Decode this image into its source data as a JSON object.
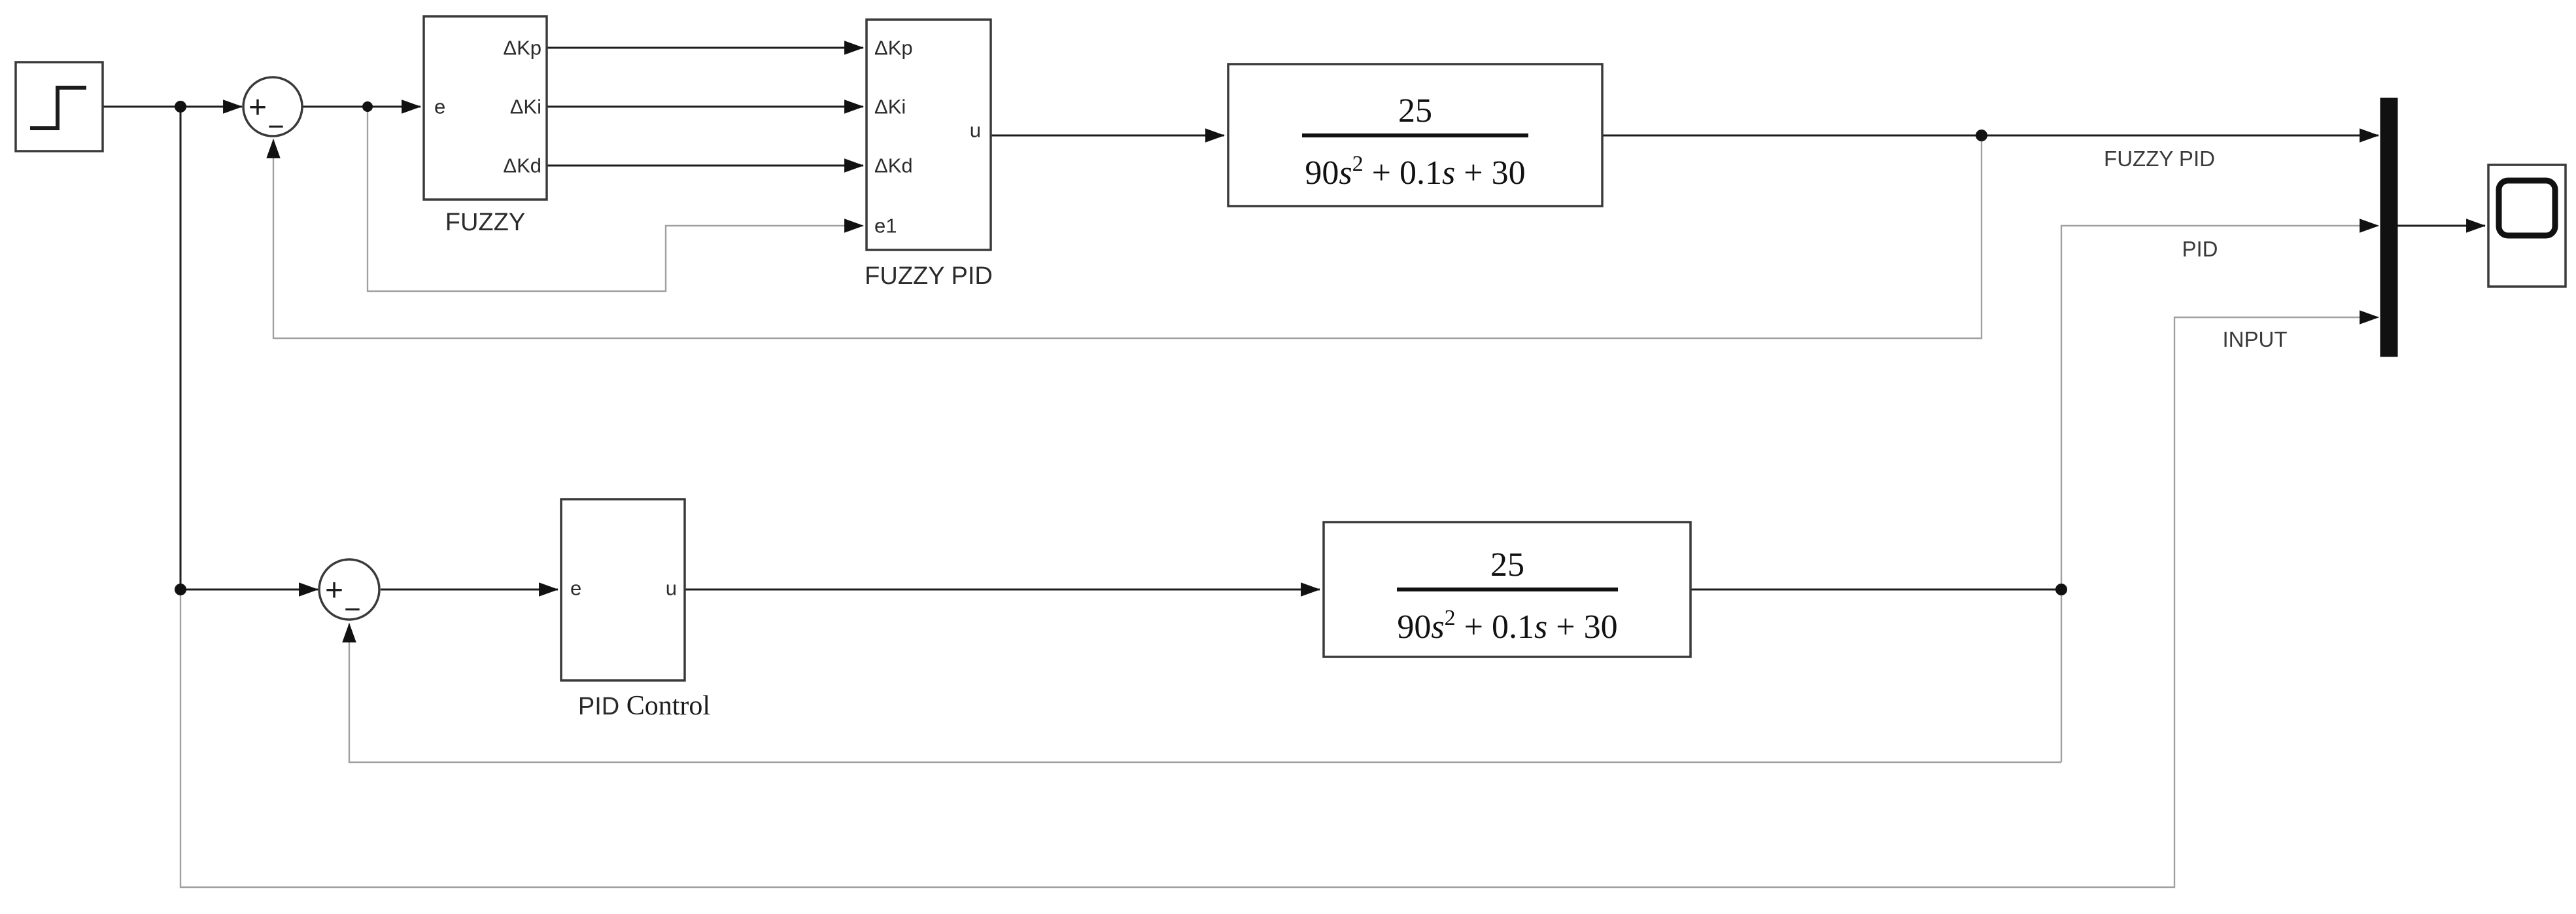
{
  "canvas": {
    "background": "#ffffff",
    "line_color": "#1c1c1c",
    "feedback_line_color": "#a0a0a0"
  },
  "blocks": {
    "step": {
      "icon": "step-signal-icon"
    },
    "sum1": {
      "plus_sign": "+",
      "minus_sign": "−"
    },
    "sum2": {
      "plus_sign": "+",
      "minus_sign": "−"
    },
    "fuzzy": {
      "label": "FUZZY",
      "input_port": "e",
      "output_ports": [
        "ΔKp",
        "ΔKi",
        "ΔKd"
      ]
    },
    "fuzzy_pid": {
      "label": "FUZZY PID",
      "input_ports": [
        "ΔKp",
        "ΔKi",
        "ΔKd",
        "e1"
      ],
      "output_port": "u"
    },
    "transfer_fn": {
      "numerator": "25",
      "den_coef": "90",
      "den_s": "s",
      "den_exponent": "2",
      "den_mid": " + 0.1",
      "den_s2": "s",
      "den_tail": " + 30"
    },
    "pid_control": {
      "label_primary": "PID",
      "label_secondary": " Control",
      "input_port": "e",
      "output_port": "u"
    },
    "mux": {
      "icon": "mux-bar"
    },
    "scope": {
      "icon": "scope-display-icon"
    }
  },
  "wire_labels": {
    "fuzzy_pid": "FUZZY PID",
    "pid": "PID",
    "input": "INPUT"
  }
}
